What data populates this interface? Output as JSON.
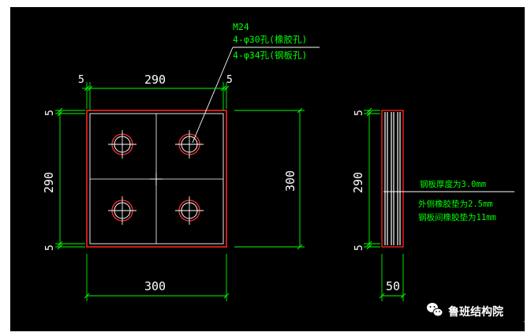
{
  "colors": {
    "background": "#000000",
    "dimension": "#00ff00",
    "plate_outline": "#ff2020",
    "linework": "#ffffff",
    "hole_outline": "#ff3030",
    "watermark_text": "#ffffff"
  },
  "annotation": {
    "line1": "M24",
    "line2": "4-φ30孔(橡胶孔)",
    "line3": "4-φ34孔(钢板孔)"
  },
  "plan": {
    "dim_top_left": "5",
    "dim_top_mid": "290",
    "dim_top_right": "5",
    "dim_left_top": "5",
    "dim_left_mid": "290",
    "dim_left_bottom": "5",
    "dim_right": "300",
    "dim_bottom": "300"
  },
  "section": {
    "dim_left_top": "5",
    "dim_left_mid": "290",
    "dim_left_bottom": "5",
    "dim_bottom": "50",
    "note1": "钢板厚度为3.0mm",
    "note2": "外侧橡胶垫为2.5mm",
    "note3": "钢板间橡胶垫为11mm"
  },
  "watermark": {
    "icon": "wechat-icon",
    "text": "鲁班结构院"
  }
}
